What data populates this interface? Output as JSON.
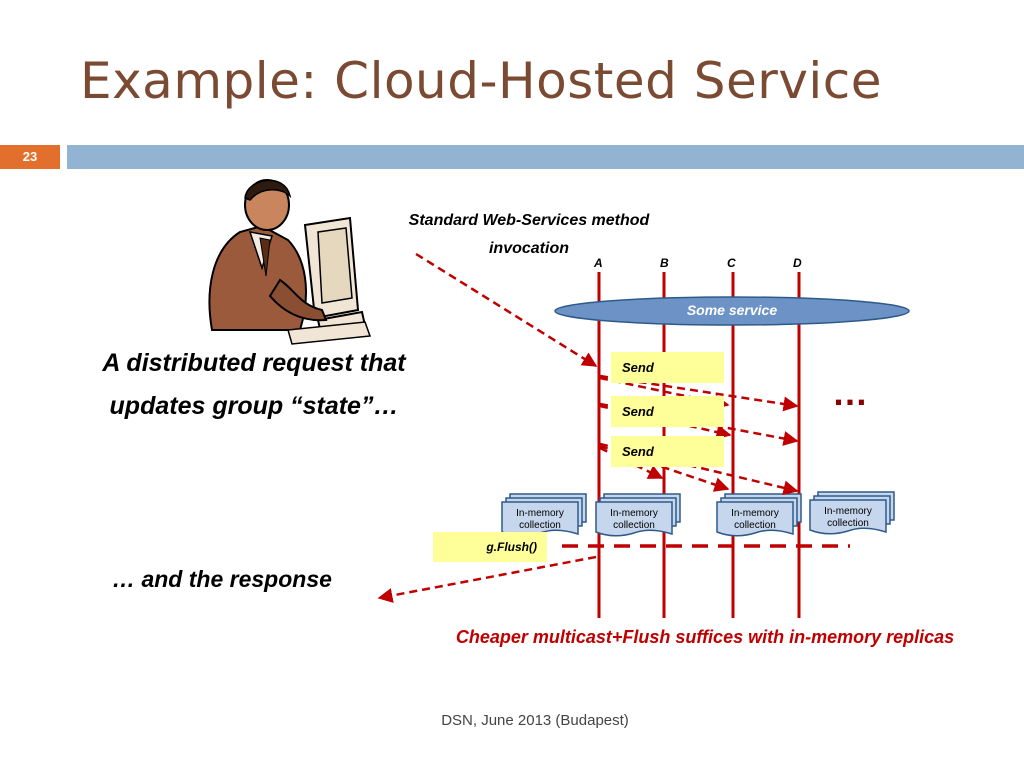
{
  "slide": {
    "title": "Example: Cloud-Hosted Service",
    "number": "23",
    "footer": "DSN, June 2013 (Budapest)"
  },
  "left": {
    "request_line1": "A distributed request that",
    "request_line2": "updates group  “state”…",
    "response": "… and the response"
  },
  "diagram": {
    "invocation_line1": "Standard Web-Services method",
    "invocation_line2": "invocation",
    "processes": [
      "A",
      "B",
      "C",
      "D"
    ],
    "service_label": "Some service",
    "sends": [
      "Send",
      "Send",
      "Send"
    ],
    "memory_line1": "In-memory",
    "memory_line2": "collection",
    "flush_label": "g.Flush()",
    "ellipsis": "…",
    "caption": "Cheaper multicast+Flush suffices with in-memory replicas",
    "colors": {
      "accent": "#c00000",
      "title": "#7a4a32",
      "bar": "#93b3d3",
      "number_box": "#e2702c",
      "send_box": "#ffff99",
      "service": "#6d93c6"
    }
  }
}
